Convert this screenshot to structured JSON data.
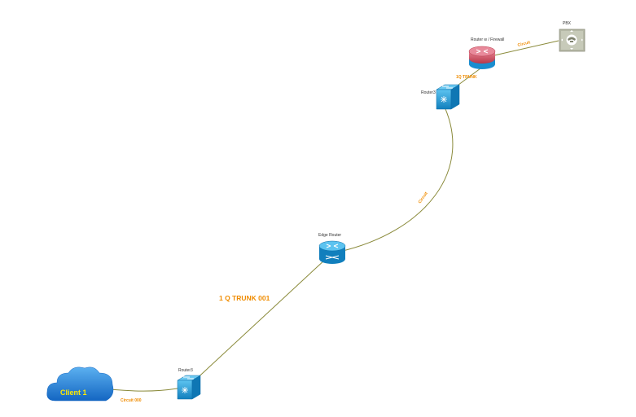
{
  "colors": {
    "link": "#8a8a3a",
    "link_label": "#f08c00",
    "router_blue": "#1e9ad6",
    "router_red": "#d14a5a",
    "cloud_blue": "#1f7fd4",
    "cloud_text": "#ffea00",
    "pbx_gray": "#b5b8a6"
  },
  "nodes": {
    "pbx": {
      "label": "PBX",
      "icon": "pbx-phone-icon"
    },
    "router_firewall": {
      "label": "Router w / Firewall",
      "icon": "router-firewall-icon"
    },
    "router3_top": {
      "label": "Router3",
      "icon": "layer3-switch-icon"
    },
    "edge_router": {
      "label": "Edge Router",
      "icon": "router-icon"
    },
    "router3_bottom": {
      "label": "Router3",
      "icon": "layer3-switch-icon"
    },
    "client1": {
      "label": "Client 1",
      "icon": "cloud-icon"
    }
  },
  "links": {
    "pbx_to_firewall": {
      "label": "Circuit"
    },
    "firewall_to_router3": {
      "label": "1Q TRUNK"
    },
    "router3_to_edge": {
      "label": "Circuit"
    },
    "edge_to_router3": {
      "label": "1 Q TRUNK 001"
    },
    "router3_to_client": {
      "label": "Circuit 000"
    }
  }
}
